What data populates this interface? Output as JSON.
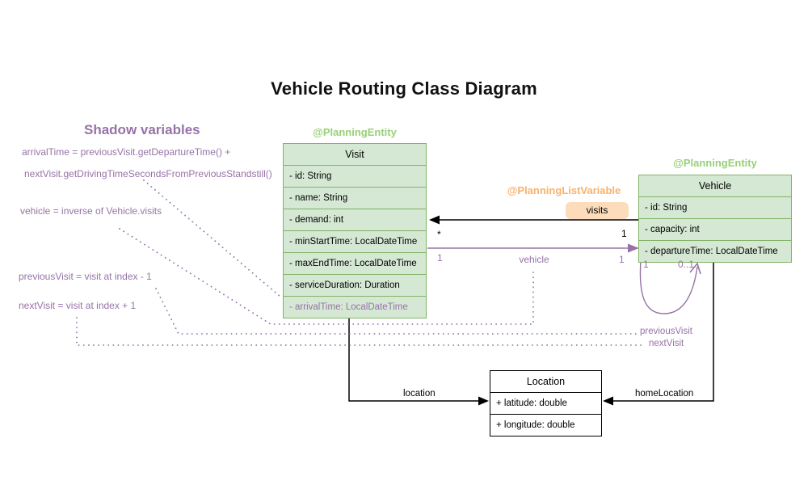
{
  "title": "Vehicle Routing Class Diagram",
  "shadow_variables": {
    "heading": "Shadow variables",
    "lines": [
      "arrivalTime = previousVisit.getDepartureTime() +",
      "nextVisit.getDrivingTimeSecondsFromPreviousStandstill()",
      "vehicle = inverse of Vehicle.visits",
      "previousVisit = visit at index - 1",
      "nextVisit = visit at index + 1"
    ]
  },
  "classes": {
    "visit": {
      "annotation": "@PlanningEntity",
      "name": "Visit",
      "attributes": [
        "- id: String",
        "- name: String",
        "- demand: int",
        "- minStartTime: LocalDateTime",
        "- maxEndTime: LocalDateTime",
        "- serviceDuration: Duration",
        "- arrivalTime: LocalDateTime"
      ]
    },
    "vehicle": {
      "annotation": "@PlanningEntity",
      "name": "Vehicle",
      "attributes": [
        "- id: String",
        "- capacity: int",
        "- departureTime: LocalDateTime"
      ]
    },
    "location": {
      "name": "Location",
      "attributes": [
        "+ latitude: double",
        "+ longitude: double"
      ]
    }
  },
  "relationships": {
    "visits": {
      "annotation": "@PlanningListVariable",
      "label": "visits",
      "visit_multiplicity": "*",
      "vehicle_multiplicity": "1"
    },
    "vehicle": {
      "label": "vehicle",
      "visit_multiplicity": "1",
      "vehicle_multiplicity": "1"
    },
    "self_reference": {
      "source_multiplicity": "1",
      "target_multiplicity": "0..1",
      "previous_label": "previousVisit",
      "next_label": "nextVisit"
    },
    "location": {
      "label": "location"
    },
    "home_location": {
      "label": "homeLocation"
    }
  },
  "colors": {
    "entity_fill": "#d5e8d4",
    "entity_border": "#82b366",
    "entity_annotation_text": "#97d077",
    "shadow_purple": "#9673a6",
    "list_variable_text": "#f7b26e",
    "visits_chip_bg": "#fcdcba",
    "plain_box_border": "#000000",
    "title_text": "#111111"
  }
}
